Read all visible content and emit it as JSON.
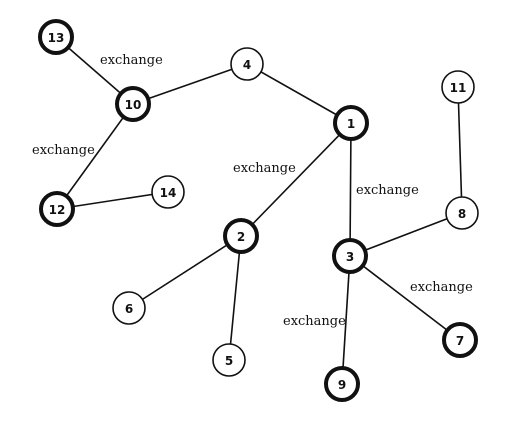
{
  "graph": {
    "nodes": [
      {
        "id": "13",
        "label": "13",
        "bold": true
      },
      {
        "id": "4",
        "label": "4",
        "bold": false
      },
      {
        "id": "10",
        "label": "10",
        "bold": true
      },
      {
        "id": "1",
        "label": "1",
        "bold": true
      },
      {
        "id": "11",
        "label": "11",
        "bold": false
      },
      {
        "id": "12",
        "label": "12",
        "bold": true
      },
      {
        "id": "14",
        "label": "14",
        "bold": false
      },
      {
        "id": "8",
        "label": "8",
        "bold": false
      },
      {
        "id": "2",
        "label": "2",
        "bold": true
      },
      {
        "id": "3",
        "label": "3",
        "bold": true
      },
      {
        "id": "6",
        "label": "6",
        "bold": false
      },
      {
        "id": "7",
        "label": "7",
        "bold": true
      },
      {
        "id": "5",
        "label": "5",
        "bold": false
      },
      {
        "id": "9",
        "label": "9",
        "bold": true
      }
    ],
    "edges": [
      {
        "from": "13",
        "to": "10",
        "label": "exchange"
      },
      {
        "from": "10",
        "to": "4",
        "label": ""
      },
      {
        "from": "4",
        "to": "1",
        "label": ""
      },
      {
        "from": "10",
        "to": "12",
        "label": "exchange"
      },
      {
        "from": "12",
        "to": "14",
        "label": ""
      },
      {
        "from": "1",
        "to": "2",
        "label": "exchange"
      },
      {
        "from": "1",
        "to": "3",
        "label": "exchange"
      },
      {
        "from": "11",
        "to": "8",
        "label": ""
      },
      {
        "from": "8",
        "to": "3",
        "label": ""
      },
      {
        "from": "2",
        "to": "6",
        "label": ""
      },
      {
        "from": "2",
        "to": "5",
        "label": ""
      },
      {
        "from": "3",
        "to": "7",
        "label": "exchange"
      },
      {
        "from": "3",
        "to": "9",
        "label": "exchange"
      }
    ]
  }
}
